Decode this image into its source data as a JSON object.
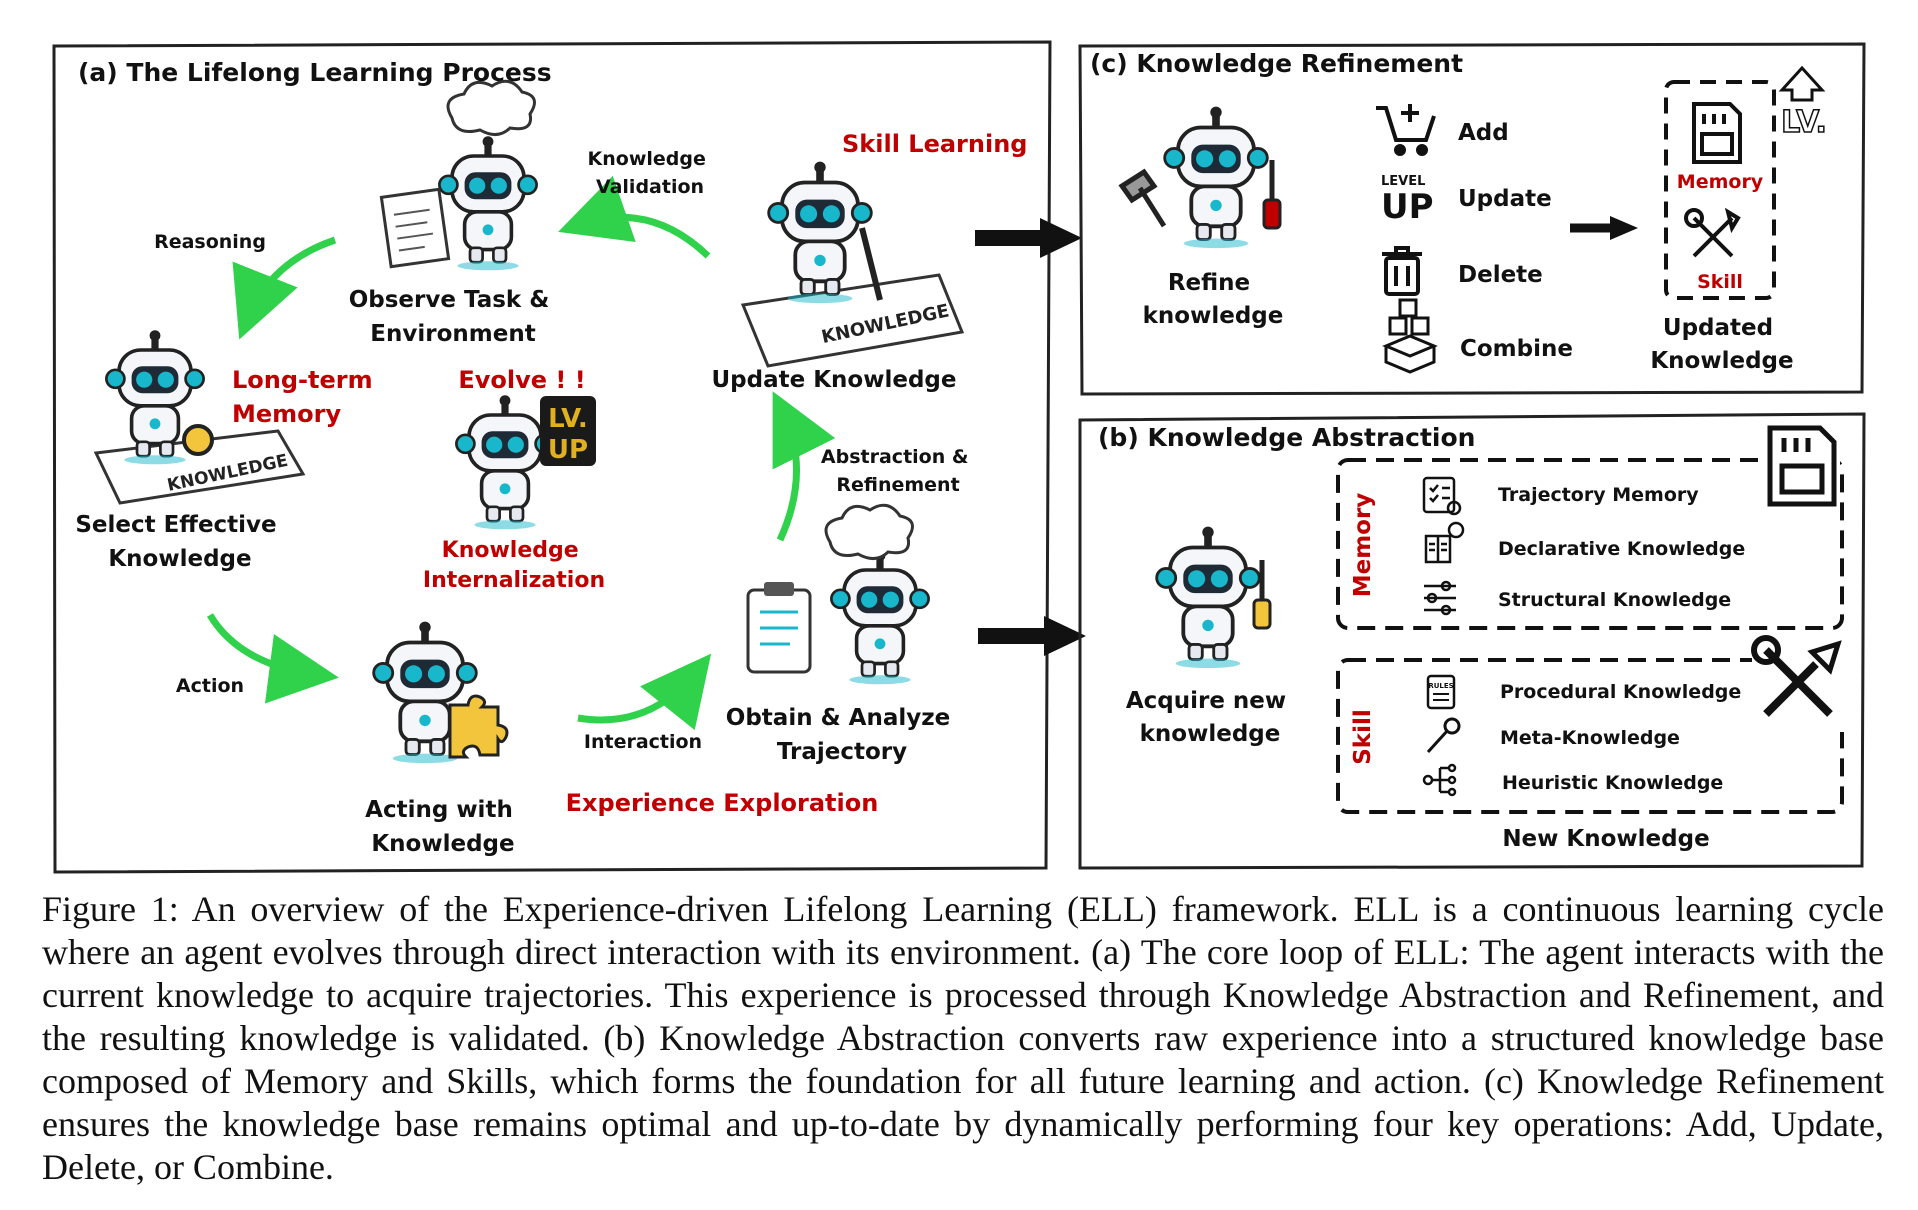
{
  "panel_a": {
    "title": "(a) The Lifelong Learning Process",
    "nodes": {
      "observe": [
        "Observe Task &",
        "Environment"
      ],
      "update": "Update Knowledge",
      "select": [
        "Select Effective",
        "Knowledge"
      ],
      "acting": [
        "Acting with",
        "Knowledge"
      ],
      "obtain": [
        "Obtain & Analyze",
        "Trajectory"
      ]
    },
    "edges": {
      "knowledge_validation": [
        "Knowledge",
        "Validation"
      ],
      "reasoning": "Reasoning",
      "action": "Action",
      "interaction": "Interaction",
      "abstraction": [
        "Abstraction &",
        "Refinement"
      ]
    },
    "highlights": {
      "skill_learning": "Skill Learning",
      "long_term_memory": [
        "Long-term",
        "Memory"
      ],
      "evolve": "Evolve ! !",
      "internalization": [
        "Knowledge",
        "Internalization"
      ],
      "experience_exploration": "Experience Exploration"
    },
    "paper_text": "KNOWLEDGE",
    "badge": [
      "LV.",
      "UP"
    ]
  },
  "panel_c": {
    "title": "(c) Knowledge Refinement",
    "robot_label": [
      "Refine",
      "knowledge"
    ],
    "ops": [
      "Add",
      "Update",
      "Delete",
      "Combine"
    ],
    "level_up_icon": [
      "LEVEL",
      "UP"
    ],
    "memory": "Memory",
    "skill": "Skill",
    "output": [
      "Updated",
      "Knowledge"
    ],
    "lv_badge": "LV."
  },
  "panel_b": {
    "title": "(b) Knowledge Abstraction",
    "robot_label": [
      "Acquire new",
      "knowledge"
    ],
    "memory_label": "Memory",
    "memory_items": [
      "Trajectory Memory",
      "Declarative Knowledge",
      "Structural Knowledge"
    ],
    "skill_label": "Skill",
    "skill_items": [
      "Procedural Knowledge",
      "Meta-Knowledge",
      "Heuristic Knowledge"
    ],
    "rules_icon": "RULES",
    "output": "New Knowledge"
  },
  "caption": "Figure 1: An overview of the Experience-driven Lifelong Learning (ELL) framework. ELL is a continuous learning cycle where an agent evolves through direct interaction with its environment. (a) The core loop of ELL: The agent interacts with the current knowledge to acquire trajectories. This experience is processed through Knowledge Abstraction and Refinement, and the resulting knowledge is validated. (b) Knowledge Abstraction converts raw experience into a structured knowledge base composed of Memory and Skills, which forms the foundation for all future learning and action. (c) Knowledge Refinement ensures the knowledge base remains optimal and up-to-date by dynamically performing four key operations: Add, Update, Delete, or Combine.",
  "colors": {
    "accent_red": "#c00000",
    "arrow_green": "#2fd24a",
    "robot_cyan": "#19b7cc",
    "badge_gold": "#e0b020"
  }
}
